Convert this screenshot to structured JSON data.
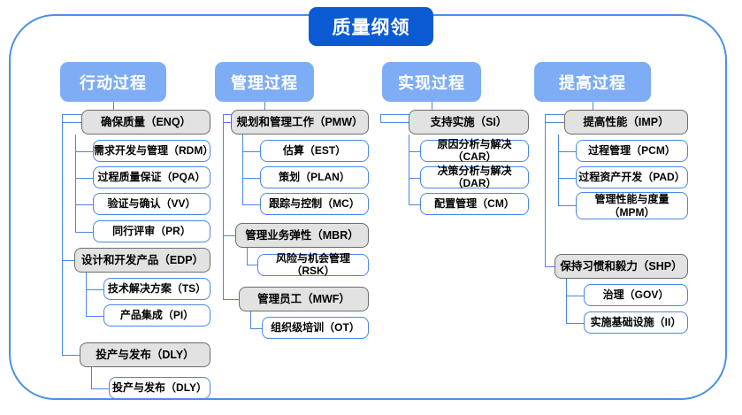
{
  "diagram": {
    "root": {
      "label": "质量纲领"
    },
    "frame": {
      "accent_color": "#4a90e8"
    },
    "colors": {
      "root_fill": "#0a5bd3",
      "header_fill": "#7eadf5",
      "parent_fill": "#e2e2e2",
      "parent_border": "#6d6d6d",
      "child_border": "#4a86e8",
      "connector": "#4a86e8"
    },
    "columns": [
      {
        "header": "行动过程",
        "groups": [
          {
            "parent": "确保质量（ENQ）",
            "children": [
              "需求开发与管理（RDM）",
              "过程质量保证（PQA）",
              "验证与确认（VV）",
              "同行评审（PR）"
            ]
          },
          {
            "parent": "设计和开发产品（EDP）",
            "children": [
              "技术解决方案（TS）",
              "产品集成（PI）"
            ]
          },
          {
            "parent": "投产与发布（DLY）",
            "children": [
              "投产与发布（DLY）"
            ]
          }
        ]
      },
      {
        "header": "管理过程",
        "groups": [
          {
            "parent": "规划和管理工作（PMW）",
            "children": [
              "估算（EST）",
              "策划（PLAN）",
              "跟踪与控制（MC）"
            ]
          },
          {
            "parent": "管理业务弹性（MBR）",
            "children": [
              "风险与机会管理（RSK）"
            ]
          },
          {
            "parent": "管理员工（MWF）",
            "children": [
              "组织级培训（OT）"
            ]
          }
        ]
      },
      {
        "header": "实现过程",
        "groups": [
          {
            "parent": "支持实施（SI）",
            "children": [
              "原因分析与解决（CAR）",
              "决策分析与解决（DAR）",
              "配置管理（CM）"
            ]
          }
        ]
      },
      {
        "header": "提高过程",
        "groups": [
          {
            "parent": "提高性能（IMP）",
            "children": [
              "过程管理（PCM）",
              "过程资产开发（PAD）",
              "管理性能与度量\n（MPM）"
            ]
          },
          {
            "parent": "保持习惯和毅力（SHP）",
            "children": [
              "治理（GOV）",
              "实施基础设施（II）"
            ]
          }
        ]
      }
    ]
  }
}
